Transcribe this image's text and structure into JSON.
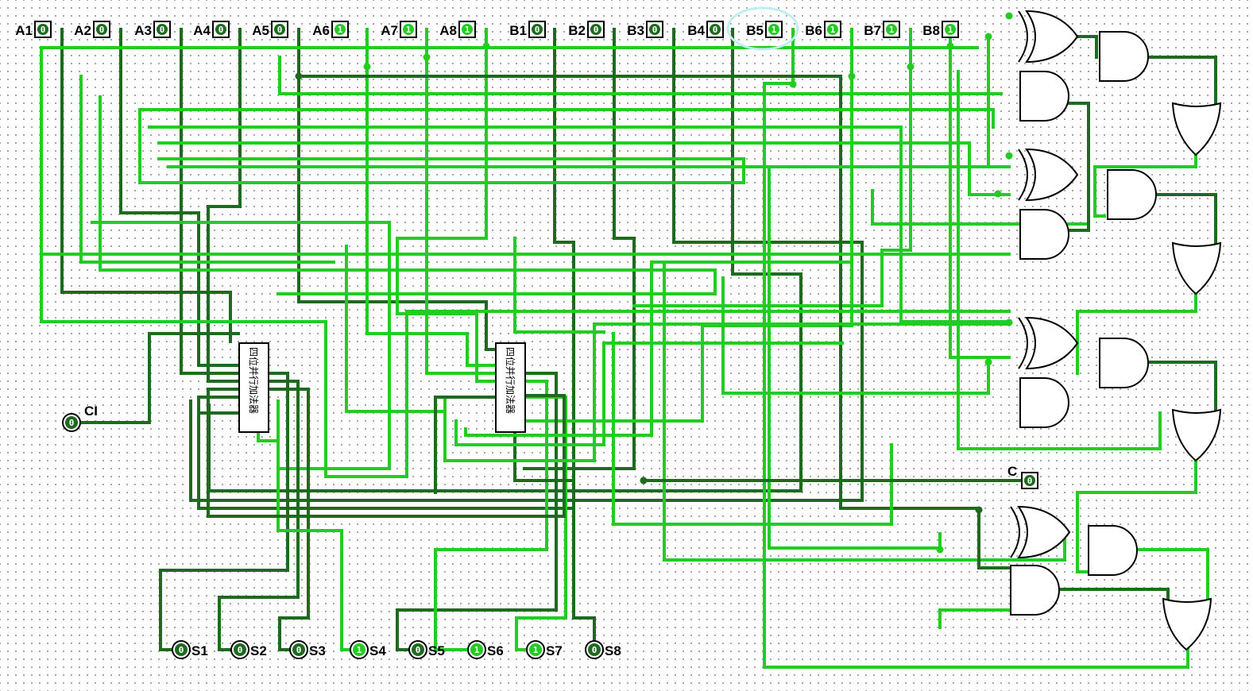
{
  "colors": {
    "wire_low": "#1e6a1e",
    "wire_high": "#22cc22",
    "pin_box": "#000000",
    "gate_stroke": "#000000",
    "background": "#ffffff",
    "selection_highlight": "#bfeef0"
  },
  "inputs": [
    {
      "label": "A1",
      "value": "0"
    },
    {
      "label": "A2",
      "value": "0"
    },
    {
      "label": "A3",
      "value": "0"
    },
    {
      "label": "A4",
      "value": "0"
    },
    {
      "label": "A5",
      "value": "0"
    },
    {
      "label": "A6",
      "value": "1"
    },
    {
      "label": "A7",
      "value": "1"
    },
    {
      "label": "A8",
      "value": "1"
    },
    {
      "label": "B1",
      "value": "0"
    },
    {
      "label": "B2",
      "value": "0"
    },
    {
      "label": "B3",
      "value": "0"
    },
    {
      "label": "B4",
      "value": "0"
    },
    {
      "label": "B5",
      "value": "1"
    },
    {
      "label": "B6",
      "value": "1"
    },
    {
      "label": "B7",
      "value": "1"
    },
    {
      "label": "B8",
      "value": "1"
    }
  ],
  "carry_in": {
    "label": "CI",
    "value": "0"
  },
  "carry_out": {
    "label": "C",
    "value": "0"
  },
  "outputs": [
    {
      "label": "S1",
      "value": "0"
    },
    {
      "label": "S2",
      "value": "0"
    },
    {
      "label": "S3",
      "value": "0"
    },
    {
      "label": "S4",
      "value": "1"
    },
    {
      "label": "S5",
      "value": "0"
    },
    {
      "label": "S6",
      "value": "1"
    },
    {
      "label": "S7",
      "value": "1"
    },
    {
      "label": "S8",
      "value": "0"
    }
  ],
  "adders": [
    {
      "label": "四位并行加法器"
    },
    {
      "label": "四位并行加法器"
    }
  ],
  "gates": {
    "xor_count": 4,
    "and_count": 8,
    "or_count": 4
  }
}
